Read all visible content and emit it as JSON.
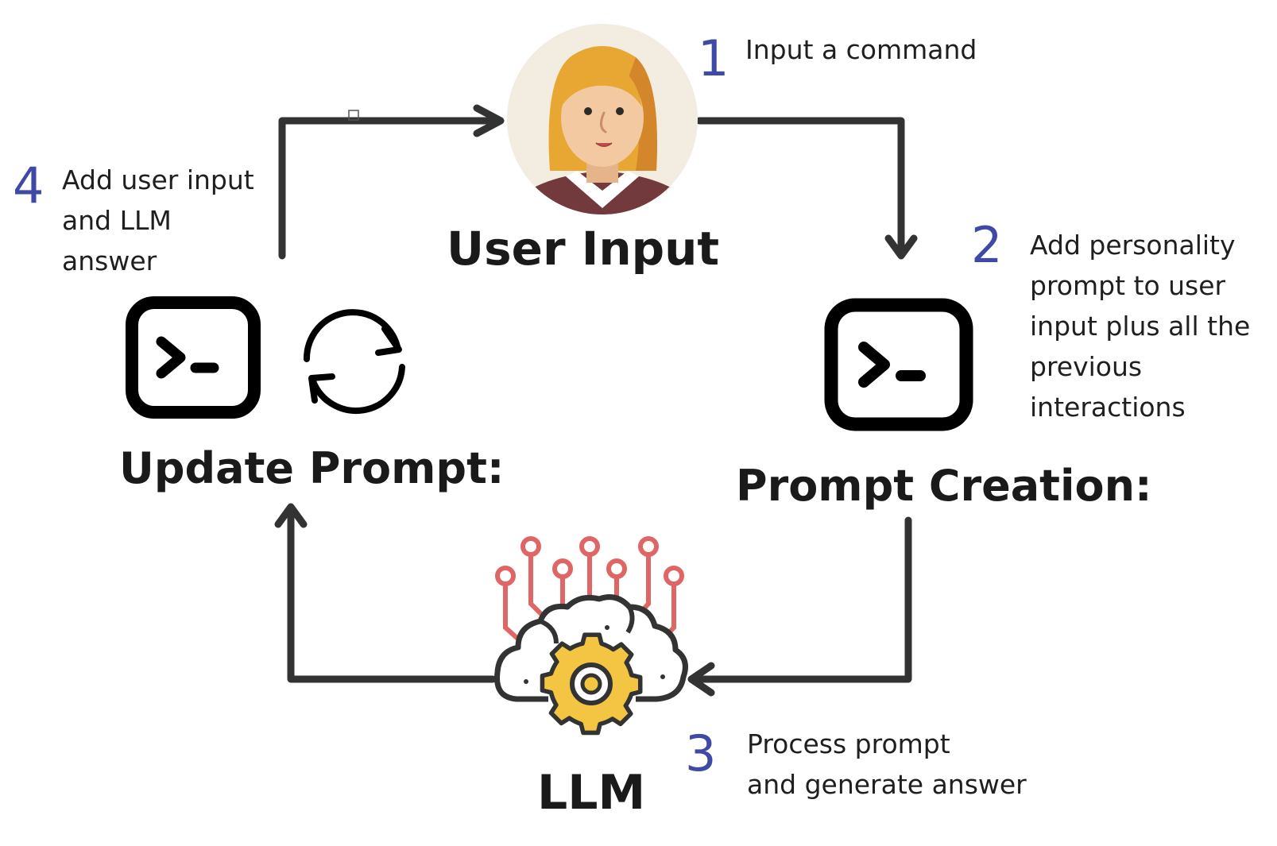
{
  "nodes": {
    "user_input": {
      "title": "User Input"
    },
    "prompt_creation": {
      "title": "Prompt Creation:"
    },
    "llm": {
      "title": "LLM"
    },
    "update_prompt": {
      "title": "Update Prompt:"
    }
  },
  "steps": [
    {
      "number": "1",
      "lines": [
        "Input a command"
      ]
    },
    {
      "number": "2",
      "lines": [
        "Add personality",
        "prompt to user",
        "input plus all the",
        "previous",
        "interactions"
      ]
    },
    {
      "number": "3",
      "lines": [
        "Process prompt",
        "and generate answer"
      ]
    },
    {
      "number": "4",
      "lines": [
        "Add user input",
        "and LLM",
        "answer"
      ]
    }
  ],
  "icons": {
    "user": "user-avatar-icon",
    "terminal": "terminal-icon",
    "refresh": "refresh-icon",
    "brain": "brain-gear-icon"
  },
  "colors": {
    "arrow": "#333333",
    "step_number": "#3f4aa6",
    "circuit": "#e06666",
    "gear": "#f4c542",
    "hair": "#e8a83a",
    "skin": "#f2c9a0",
    "shirt": "#7a3a3a"
  }
}
